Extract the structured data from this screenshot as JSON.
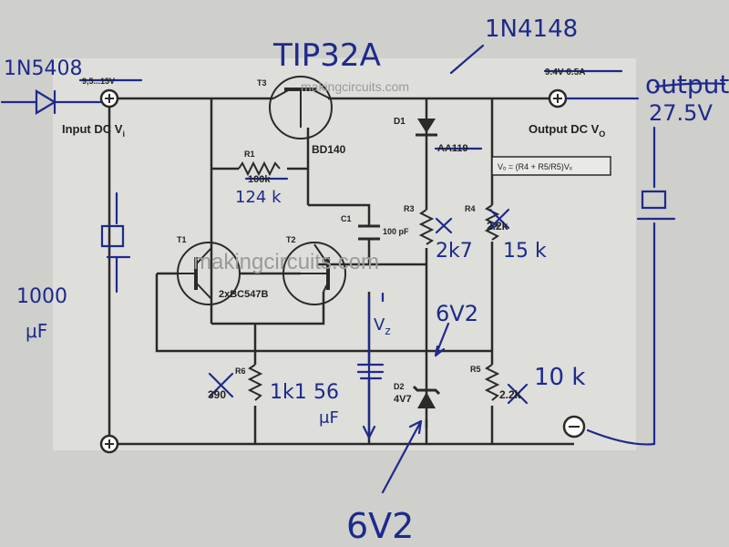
{
  "printed": {
    "input_label": "Input DC V",
    "input_sub": "i",
    "output_label": "Output DC V",
    "output_sub": "O",
    "input_voltage": "9,5...15V",
    "output_spec": "9.4V 0.5A",
    "t3_ref": "T3",
    "t3_part": "BD140",
    "d1_ref": "D1",
    "d1_part": "AA119",
    "r1_ref": "R1",
    "r1_val": "100k",
    "r3_ref": "R3",
    "r4_ref": "R4",
    "r4_val": "2.2k",
    "r5_ref": "R5",
    "r6_ref": "R6",
    "r6_val": "390",
    "r7_val": "2.2k",
    "c1_ref": "C1",
    "c1_val": "100 pF",
    "t1_ref": "T1",
    "t2_ref": "T2",
    "t12_part": "2xBC547B",
    "d2_ref": "D2",
    "d2_part": "4V7",
    "formula": "Vₒ = (R4 + R5/R5)Vₓ",
    "watermark": "makingcircuits.com"
  },
  "handwritten": {
    "diode_in": "1N5408",
    "transistor": "TIP32A",
    "diode_d1": "1N4148",
    "output": "output",
    "output_v": "27.5V",
    "r1": "124 k",
    "r3": "2k7",
    "r4": "15 k",
    "c_in": "1000",
    "c_in_unit": "μF",
    "zener": "6V2",
    "zener_big": "6V2",
    "r6": "1k1",
    "c2": "56",
    "c2_unit": "μF",
    "r5": "10 k",
    "vz": "V",
    "vz_sub": "z"
  },
  "colors": {
    "paper": "#cfcfcb",
    "ink": "#1d2a8c",
    "print": "#222222"
  }
}
